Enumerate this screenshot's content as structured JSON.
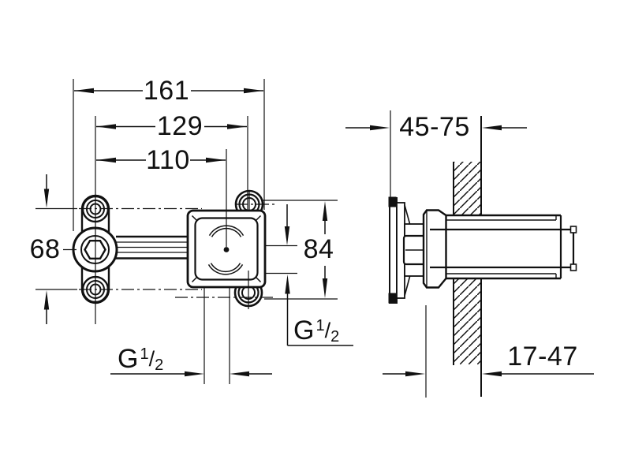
{
  "meta": {
    "type": "installation-dimension-drawing"
  },
  "dimensions": {
    "overall_width": "161",
    "screw_spacing_width": "129",
    "center_width": "110",
    "screw_spacing_height": "68",
    "body_height": "84",
    "depth_range": "45-75",
    "finished_wall_range": "17-47"
  },
  "thread": {
    "letter": "G",
    "numerator": "1",
    "slash": "/",
    "denominator": "2"
  },
  "colors": {
    "line": "#111111",
    "background": "#ffffff"
  }
}
